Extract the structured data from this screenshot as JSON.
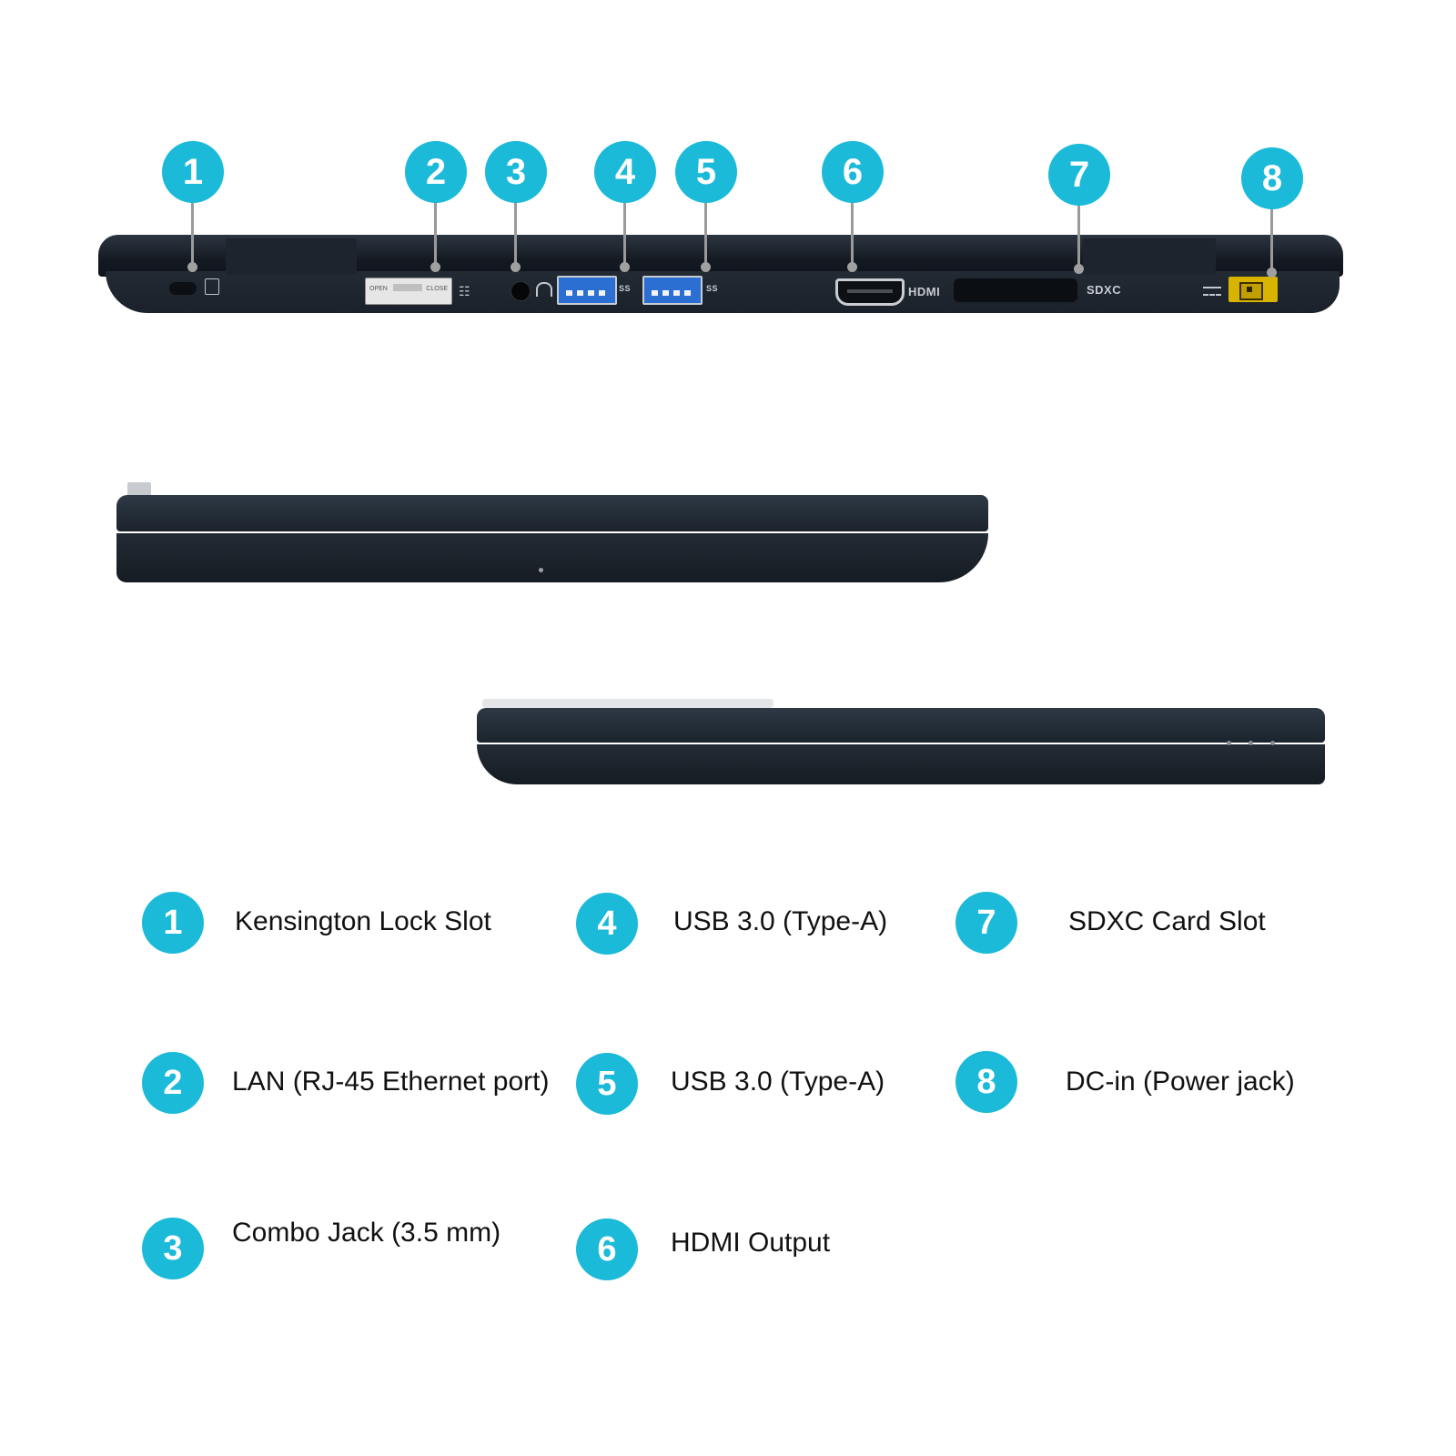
{
  "colors": {
    "accent": "#1bbad9",
    "laptop_body": "#1a212a",
    "leader_line": "#9a9a9a",
    "usb_blue": "#2a6fd1",
    "dc_yellow": "#d8b400"
  },
  "back_view": {
    "callouts": [
      {
        "number": "1",
        "port": "kensington-lock"
      },
      {
        "number": "2",
        "port": "lan"
      },
      {
        "number": "3",
        "port": "combo-jack"
      },
      {
        "number": "4",
        "port": "usb-3-a"
      },
      {
        "number": "5",
        "port": "usb-3-b"
      },
      {
        "number": "6",
        "port": "hdmi"
      },
      {
        "number": "7",
        "port": "sdxc"
      },
      {
        "number": "8",
        "port": "dc-in"
      }
    ],
    "port_labels": {
      "lan_open": "OPEN",
      "lan_close": "CLOSE",
      "usb_ss": "SS",
      "hdmi": "HDMI",
      "sdxc": "SDXC"
    }
  },
  "legend": [
    {
      "number": "1",
      "label": "Kensington Lock Slot"
    },
    {
      "number": "2",
      "label": "LAN (RJ-45 Ethernet port)"
    },
    {
      "number": "3",
      "label": "Combo Jack (3.5 mm)"
    },
    {
      "number": "4",
      "label": "USB 3.0 (Type-A)"
    },
    {
      "number": "5",
      "label": "USB 3.0 (Type-A)"
    },
    {
      "number": "6",
      "label": "HDMI Output"
    },
    {
      "number": "7",
      "label": "SDXC Card Slot"
    },
    {
      "number": "8",
      "label": "DC-in (Power jack)"
    }
  ]
}
